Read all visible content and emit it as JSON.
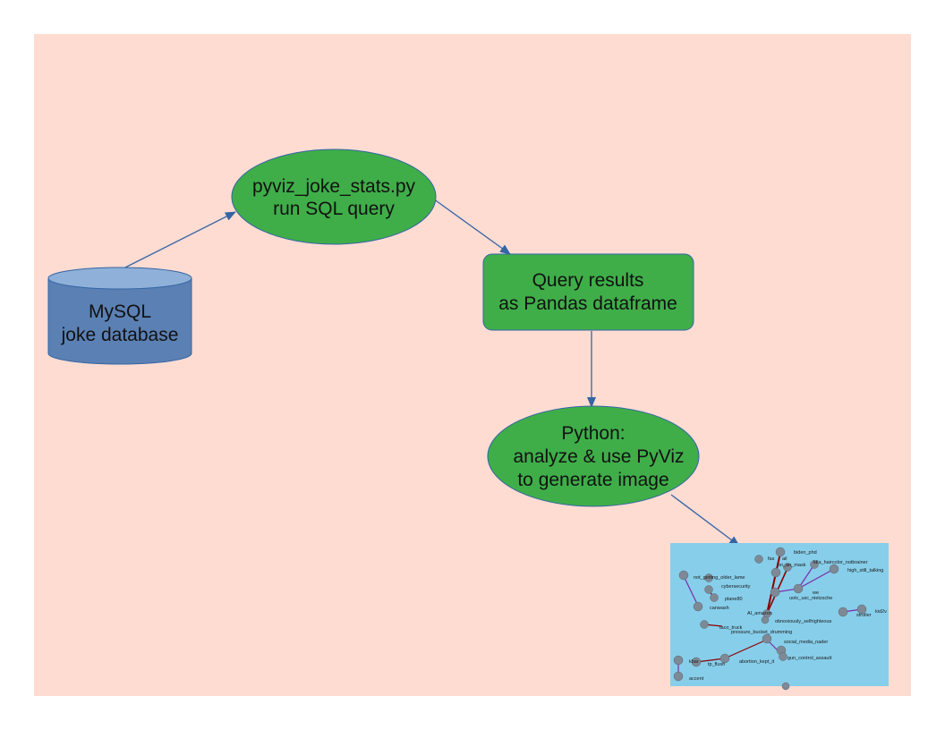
{
  "colors": {
    "canvas_background": "#ffdcd2",
    "ellipse_fill": "#3fae49",
    "box_fill": "#3fae49",
    "cylinder_fill": "#5b80b4",
    "cylinder_top": "#8fb1d9",
    "connector": "#3465a4",
    "network_background": "#87ceea",
    "network_node": "#7d8a96",
    "network_edge_dark": "#8b0000",
    "network_edge_purple": "#7b2aa8"
  },
  "nodes": {
    "database": {
      "line1": "MySQL",
      "line2": "joke database",
      "icon": "database-cylinder"
    },
    "script": {
      "line1": "pyviz_joke_stats.py",
      "line2": "run SQL query"
    },
    "results": {
      "line1": "Query results",
      "line2": "as Pandas dataframe"
    },
    "python": {
      "line1": "Python:",
      "line2": "analyze & use PyViz",
      "line3": "to generate image"
    }
  },
  "network_image": {
    "labels": [
      "biden_phd",
      "fas",
      "ail",
      "on_an_mask",
      "ldla_haircolor_notbrainer",
      "high_still_talking",
      "not_getting_older_lame",
      "cybersecurity",
      "plane80",
      "canwash",
      "we",
      "uotc_usc_nietzsche",
      "AI_amazon",
      "obnoxiously_selfrighteous",
      "kid2v",
      "stroller",
      "taco_truck",
      "pressure_bucket_drumming",
      "social_media_nader",
      "abortion_kept_it",
      "gun_control_assault",
      "kbar",
      "tp_flush",
      "accent"
    ]
  }
}
